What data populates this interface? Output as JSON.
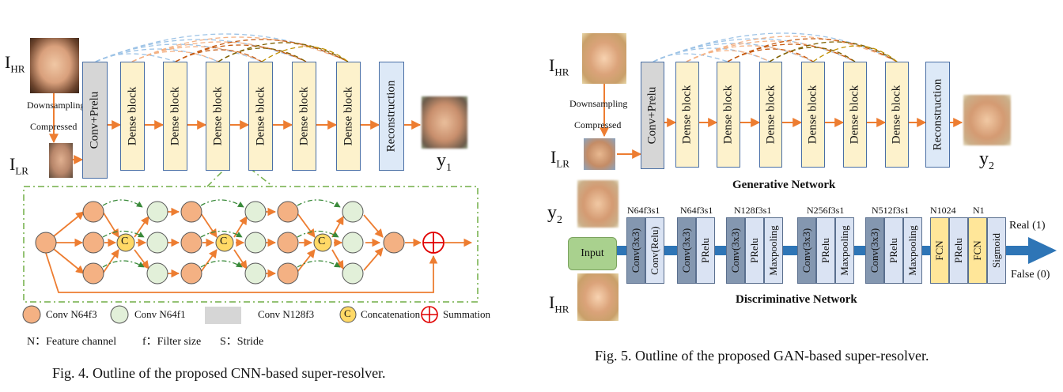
{
  "fig4": {
    "label_hr_main": "I",
    "label_hr_sub": "HR",
    "label_lr_main": "I",
    "label_lr_sub": "LR",
    "downsampling": "Downsampling",
    "compressed": "Compressed",
    "first_block": "Conv+Prelu",
    "dense_block": "Dense block",
    "reconstruction": "Reconstruction",
    "output_main": "y",
    "output_sub": "1",
    "concat_symbol": "C",
    "legend": {
      "conv_n64f3": "Conv N64f3",
      "conv_n64f1": "Conv N64f1",
      "conv_n128f3": "Conv N128f3",
      "concatenation": "Concatenation",
      "summation": "Summation"
    },
    "notation": {
      "n": "N：Feature channel",
      "f": "f：Filter size",
      "s": "S：Stride"
    },
    "caption": "Fig. 4.    Outline of the proposed CNN-based super-resolver."
  },
  "fig5": {
    "label_hr_main": "I",
    "label_hr_sub": "HR",
    "label_lr_main": "I",
    "label_lr_sub": "LR",
    "downsampling": "Downsampling",
    "compressed": "Compressed",
    "first_block": "Conv+Prelu",
    "dense_block": "Dense block",
    "reconstruction": "Reconstruction",
    "output_main": "y",
    "output_sub": "2",
    "generative_title": "Generative Network",
    "disc_y_main": "y",
    "disc_y_sub": "2",
    "disc_hr_main": "I",
    "disc_hr_sub": "HR",
    "input_label": "Input",
    "groups": [
      "N64f3s1",
      "N64f3s1",
      "N128f3s1",
      "N256f3s1",
      "N512f3s1",
      "N1024",
      "N1"
    ],
    "layers": {
      "conv": "Conv(3x3)",
      "conv_relu": "Conv(Relu)",
      "prelu": "PRelu",
      "maxpool": "Maxpooling",
      "fcn": "FCN",
      "sigmoid": "Sigmoid"
    },
    "real": "Real (1)",
    "false": "False (0)",
    "discriminative_title": "Discriminative Network",
    "caption": "Fig. 5.    Outline of the proposed GAN-based super-resolver."
  },
  "colors": {
    "orange_arrow": "#ed7d31",
    "dense_fill": "#fdf2cc",
    "conv_gray": "#d6d6d6",
    "recon_fill": "#dde9f7",
    "box_border": "#4a6fa5",
    "node_orange": "#f4b183",
    "node_green": "#e2f0d9",
    "concat_fill": "#ffd966",
    "dash_green": "#70ad47",
    "disc_dark": "#8497b0",
    "disc_light": "#dae3f3",
    "fcn_yellow": "#ffe699",
    "input_green": "#a9d18e",
    "flow_blue": "#2e75b6"
  },
  "icons": [
    "face-hr-photo",
    "face-lr-photo",
    "face-sr-output-photo",
    "summation-icon"
  ]
}
